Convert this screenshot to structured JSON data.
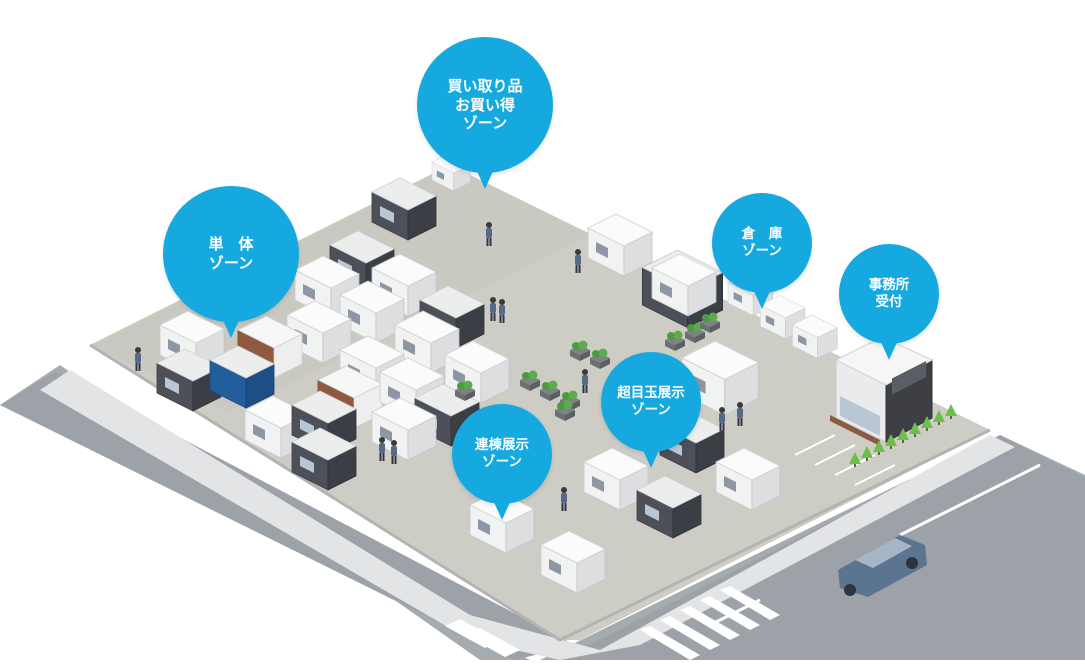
{
  "colors": {
    "zone_bubble": "#15a9e0",
    "road": "#9da2a8",
    "sidewalk": "#d9dadb",
    "lot_ground": "#c9c9c2",
    "car": "#5b7590"
  },
  "zones": [
    {
      "id": "kaitori",
      "lines": [
        "買い取り品",
        "お買い得",
        "ゾーン"
      ]
    },
    {
      "id": "tantai",
      "lines": [
        "単　体",
        "ゾーン"
      ]
    },
    {
      "id": "souko",
      "lines": [
        "倉　庫",
        "ゾーン"
      ]
    },
    {
      "id": "jimusho",
      "lines": [
        "事務所",
        "受付"
      ]
    },
    {
      "id": "choumedama",
      "lines": [
        "超目玉展示",
        "ゾーン"
      ]
    },
    {
      "id": "rentou",
      "lines": [
        "連棟展示",
        "ゾーン"
      ]
    }
  ]
}
